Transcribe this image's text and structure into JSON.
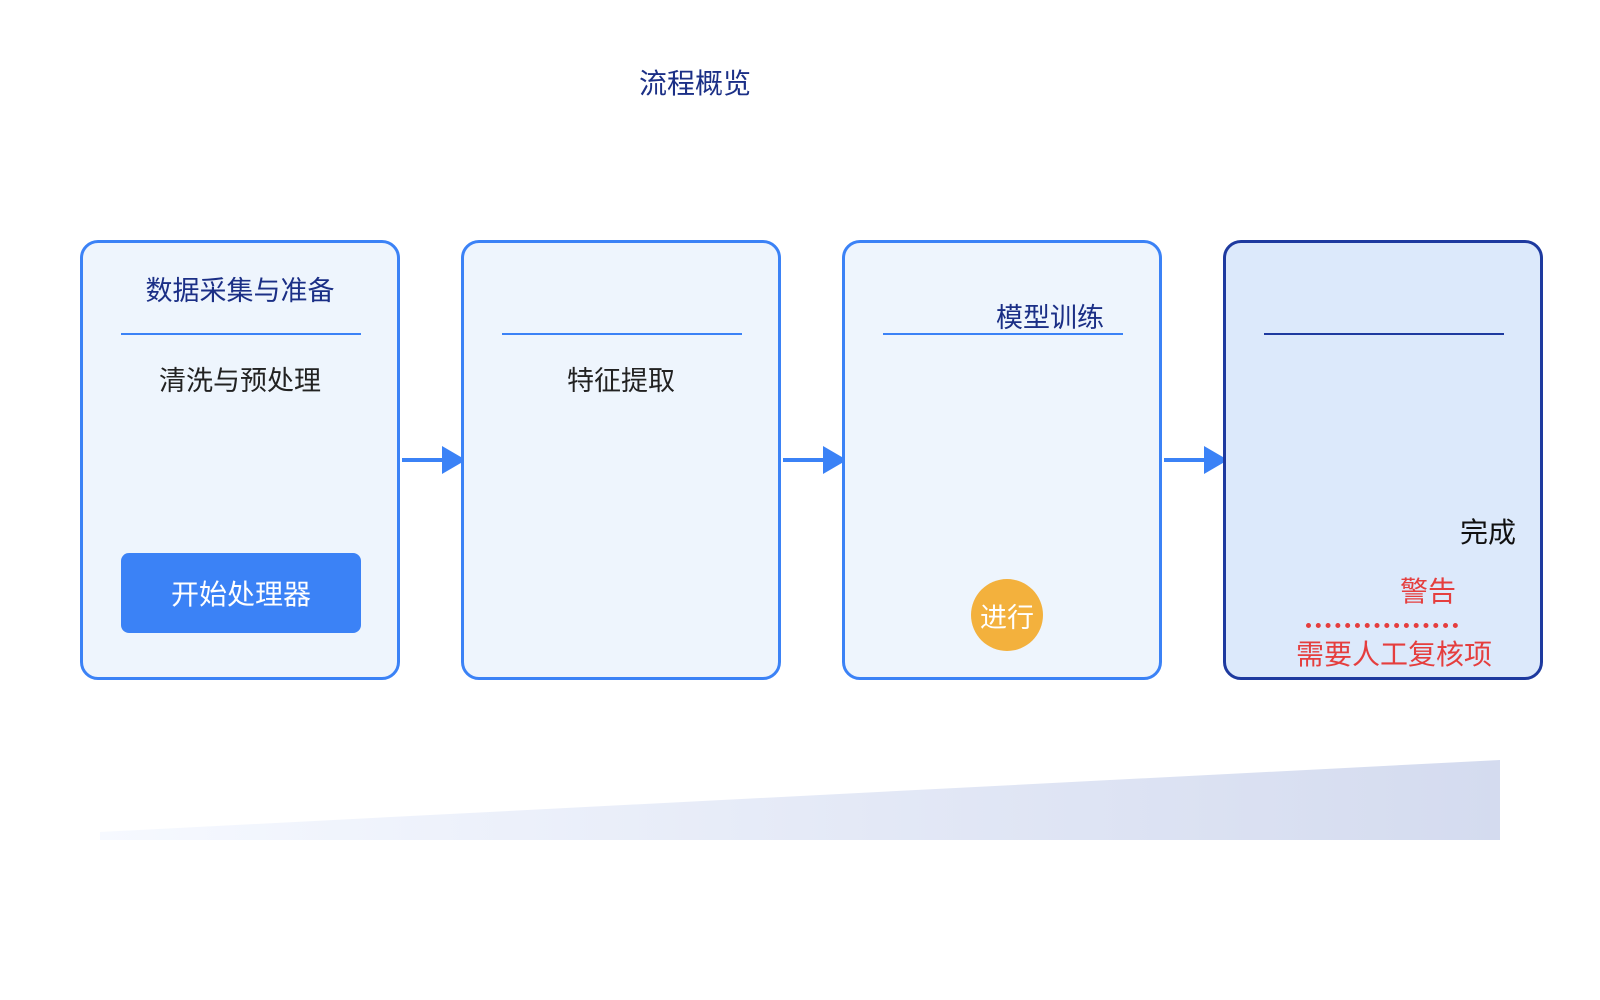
{
  "title": "流程概览",
  "stages": [
    {
      "title": "数据采集与准备",
      "subtitle": "清洗与预处理",
      "button_label": "开始处理器"
    },
    {
      "title": "",
      "subtitle": "特征提取"
    },
    {
      "title": "模型训练",
      "badge": "进行"
    },
    {
      "title": "",
      "label_right": "完成",
      "label_warning": "警告",
      "note": "需要人工复核项"
    }
  ],
  "colors": {
    "accent": "#3b82f6",
    "dark_accent": "#1e3a9f",
    "title_text": "#1b2f86",
    "warning": "#e53e3e",
    "badge": "#f3b13d",
    "card_bg": "#eef5fd",
    "final_card_bg": "#dce9fb"
  },
  "icons": {
    "connector": "right-arrow-icon"
  }
}
